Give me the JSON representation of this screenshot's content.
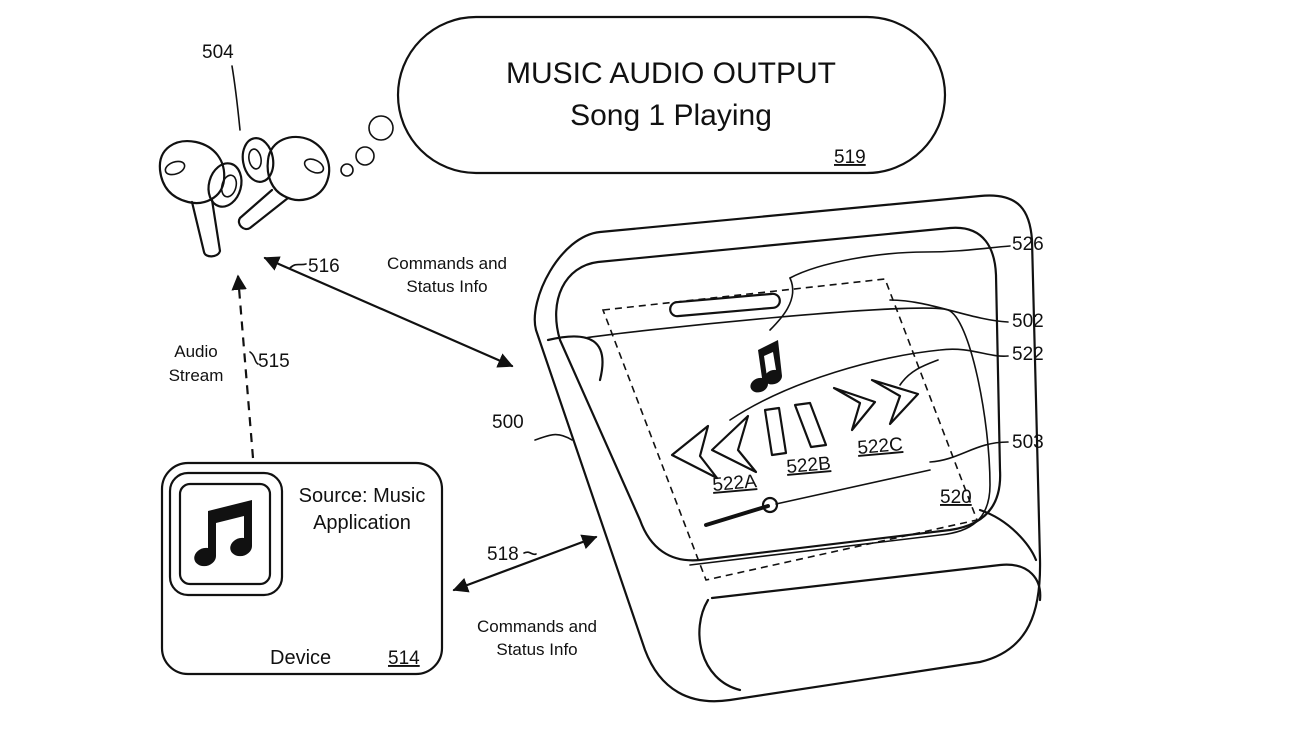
{
  "bubble": {
    "title": "MUSIC AUDIO OUTPUT",
    "subtitle": "Song 1 Playing",
    "ref": "519"
  },
  "earbuds": {
    "ref": "504"
  },
  "links": {
    "top": {
      "ref": "516",
      "label_line1": "Commands and",
      "label_line2": "Status Info"
    },
    "bottom": {
      "ref": "518",
      "label_line1": "Commands and",
      "label_line2": "Status Info"
    },
    "audio": {
      "ref": "515",
      "label_line1": "Audio",
      "label_line2": "Stream"
    }
  },
  "device": {
    "source_line1": "Source: Music",
    "source_line2": "Application",
    "label": "Device",
    "ref": "514",
    "icon": "music-note-icon"
  },
  "case": {
    "ref_case": "500",
    "ref_lid": "526",
    "ref_display": "502",
    "ref_controls": "522",
    "ref_touch": "503",
    "ref_screen": "520",
    "ref_prev": "522A",
    "ref_pause": "522B",
    "ref_next": "522C",
    "note_icon": "music-note-icon"
  },
  "colors": {
    "line": "#111111",
    "background": "#ffffff"
  }
}
